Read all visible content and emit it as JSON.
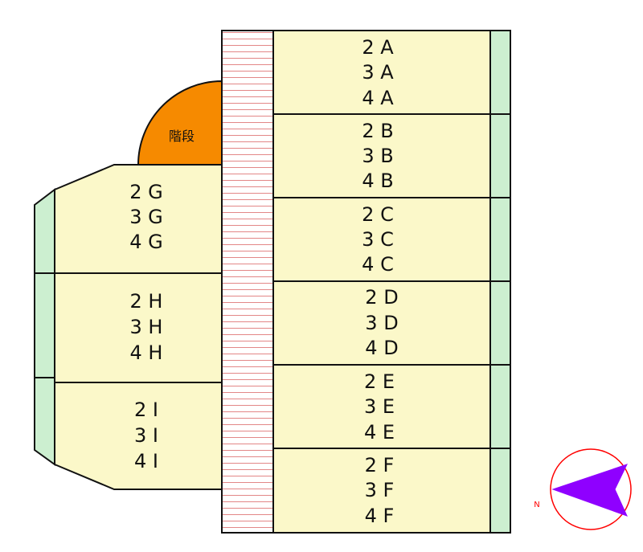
{
  "floorplan": {
    "stairs_label": "階段",
    "north_label": "N",
    "units_right": [
      [
        "2 A",
        "3 A",
        "4 A"
      ],
      [
        "2 B",
        "3 B",
        "4 B"
      ],
      [
        "2 C",
        "3 C",
        "4 C"
      ],
      [
        "2 D",
        "3 D",
        "4 D"
      ],
      [
        "2 E",
        "3 E",
        "4 E"
      ],
      [
        "2 F",
        "3 F",
        "4 F"
      ]
    ],
    "units_left": [
      [
        "2 G",
        "3 G",
        "4 G"
      ],
      [
        "2 H",
        "3 H",
        "4 H"
      ],
      [
        "2 I",
        "3 I",
        "4 I"
      ]
    ]
  },
  "colors": {
    "room": "#fbf8c9",
    "balcony": "#ccefd0",
    "stairs": "#f68a00",
    "corridor_lines": "#e38787",
    "compass_arrow": "#8f00ff",
    "compass_ring": "#ff0000",
    "outline": "#111111"
  }
}
